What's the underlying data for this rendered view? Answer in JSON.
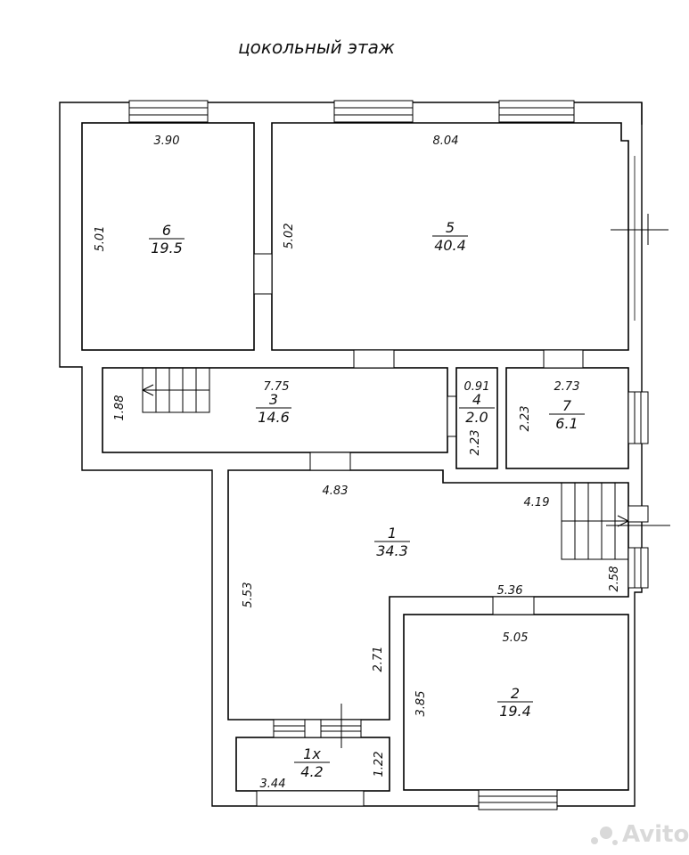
{
  "title": "цокольный этаж",
  "watermark": "Avito",
  "rooms": [
    {
      "number": "6",
      "area": "19.5",
      "width": "3.90",
      "height": "5.01"
    },
    {
      "number": "5",
      "area": "40.4",
      "width": "8.04",
      "height": "5.02"
    },
    {
      "number": "3",
      "area": "14.6",
      "width": "7.75",
      "height": "1.88"
    },
    {
      "number": "4",
      "area": "2.0",
      "width": "0.91",
      "height": "2.23"
    },
    {
      "number": "7",
      "area": "6.1",
      "width": "2.73",
      "height": "2.23"
    },
    {
      "number": "1",
      "area": "34.3",
      "top": "4.83",
      "right": "4.19",
      "left": "5.53",
      "inner": "2.71",
      "bottom": "5.36",
      "step": "2.58"
    },
    {
      "number": "2",
      "area": "19.4",
      "width": "5.05",
      "height": "3.85"
    },
    {
      "number": "1x",
      "area": "4.2",
      "width": "3.44",
      "height": "1.22"
    }
  ]
}
